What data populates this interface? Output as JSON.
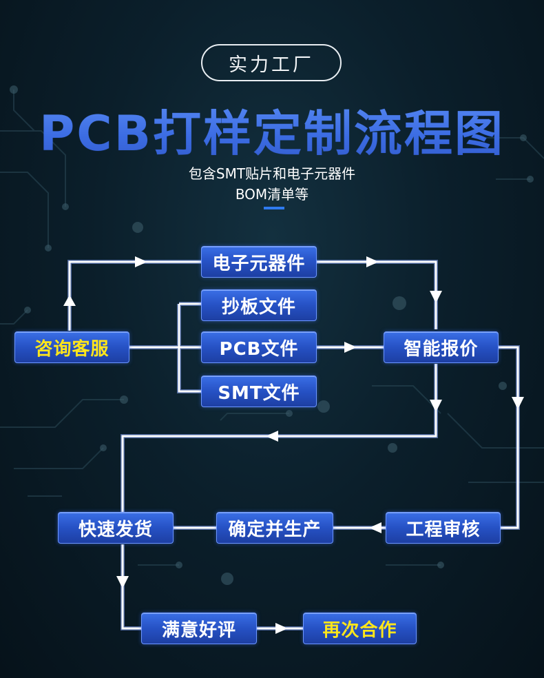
{
  "header": {
    "badge": "实力工厂",
    "title": "PCB打样定制流程图",
    "subtitle_line1": "包含SMT贴片和电子元器件",
    "subtitle_line2": "BOM清单等"
  },
  "flow": {
    "consult": "咨询客服",
    "electronic_components": "电子元器件",
    "copy_board_file": "抄板文件",
    "pcb_file": "PCB文件",
    "smt_file": "SMT文件",
    "smart_quote": "智能报价",
    "engineering_review": "工程审核",
    "confirm_production": "确定并生产",
    "fast_shipping": "快速发货",
    "satisfied_review": "满意好评",
    "cooperate_again": "再次合作"
  },
  "colors": {
    "box_fill": "#2651c4",
    "connector": "#ffffff",
    "connector_glow": "#8aa8ff",
    "highlight_text": "#ffe61a",
    "title": "#3d6fe0"
  }
}
